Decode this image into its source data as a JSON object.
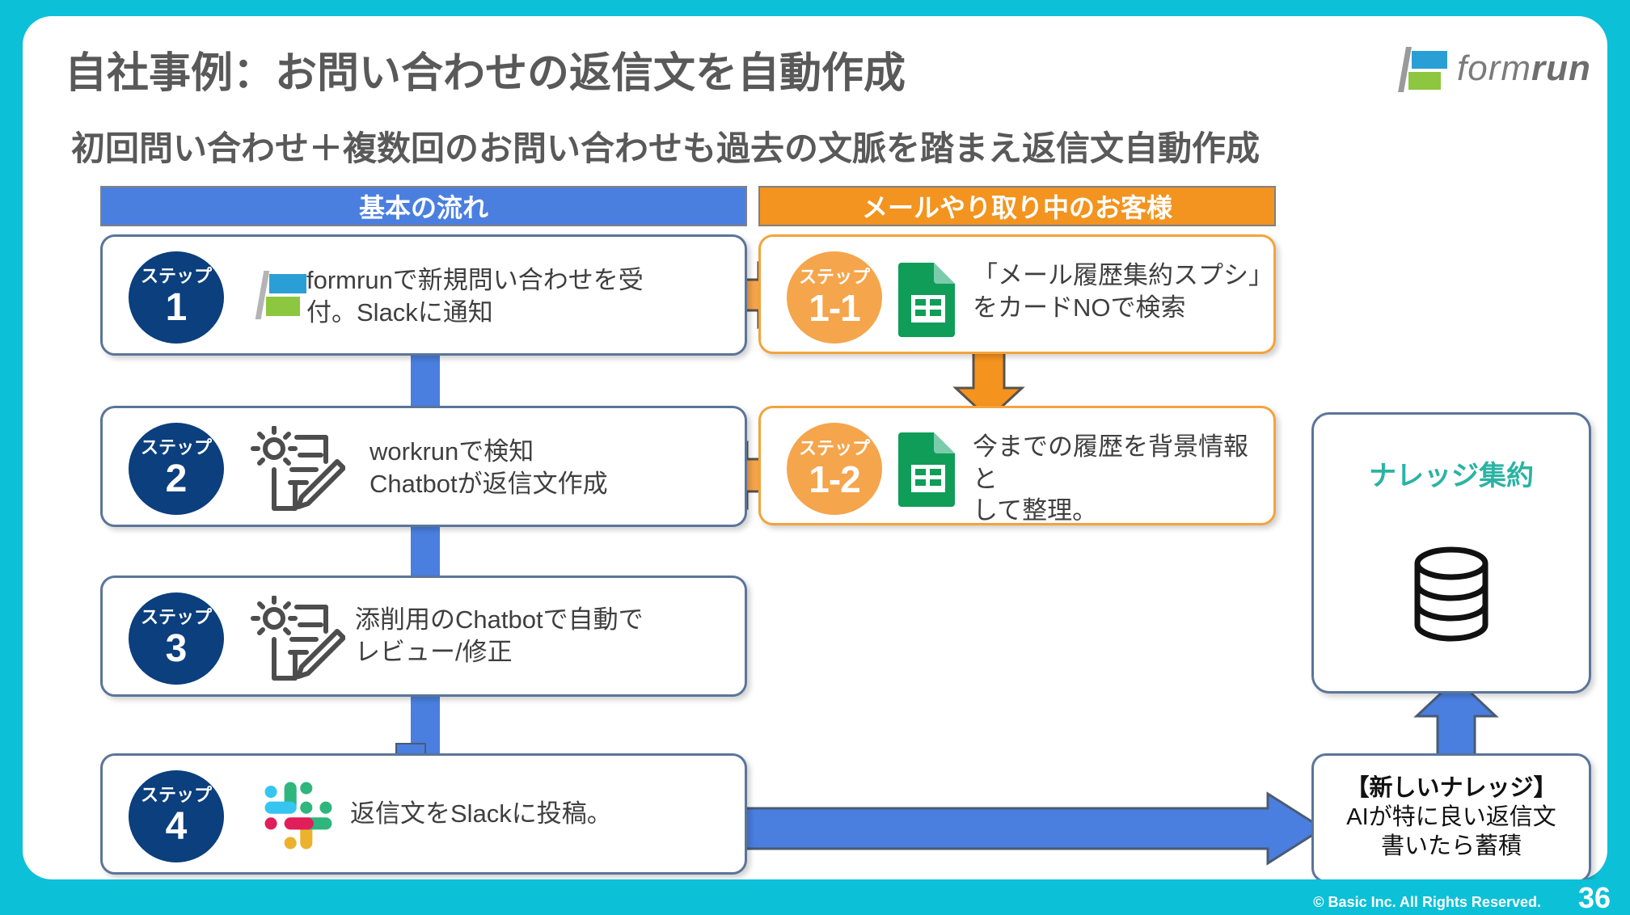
{
  "slide": {
    "title": "自社事例：お問い合わせの返信文を自動作成",
    "subtitle": "初回問い合わせ＋複数回のお問い合わせも過去の文脈を踏まえ返信文自動作成",
    "page_number": "36",
    "copyright": "© Basic Inc. All Rights Reserved.",
    "colors": {
      "background": "#0cc0d8",
      "title_text": "#595959",
      "blue_header": "#4a7fe0",
      "orange_header": "#f2941f",
      "badge_blue": "#0b3f7d",
      "badge_orange": "#f5a54b",
      "knowledge_teal": "#2bb3a3",
      "box_border": "#5b7599",
      "box_border_orange": "#f3a33c"
    }
  },
  "logo": {
    "text_light": "form",
    "text_bold": "run",
    "mark_blue": "#2a9fd6",
    "mark_green": "#8dc63f"
  },
  "columns": {
    "left_header": "基本の流れ",
    "right_header": "メールやり取り中のお客様"
  },
  "left_steps": [
    {
      "badge_label": "ステップ",
      "badge_number": "1",
      "icon": "formrun-logo-icon",
      "line1": "formrunで新規問い合わせを受",
      "line2": "付。Slackに通知"
    },
    {
      "badge_label": "ステップ",
      "badge_number": "2",
      "icon": "gear-document-pencil-icon",
      "line1": "workrunで検知",
      "line2": "Chatbotが返信文作成"
    },
    {
      "badge_label": "ステップ",
      "badge_number": "3",
      "icon": "gear-document-pencil-icon",
      "line1": "添削用のChatbotで自動で",
      "line2": "レビュー/修正"
    },
    {
      "badge_label": "ステップ",
      "badge_number": "4",
      "icon": "slack-icon",
      "line1": "返信文をSlackに投稿。",
      "line2": ""
    }
  ],
  "right_steps": [
    {
      "badge_label": "ステップ",
      "badge_number": "1-1",
      "icon": "google-sheets-icon",
      "line1": "「メール履歴集約スプシ」",
      "line2": "をカードNOで検索"
    },
    {
      "badge_label": "ステップ",
      "badge_number": "1-2",
      "icon": "google-sheets-icon",
      "line1": "今までの履歴を背景情報と",
      "line2": "して整理。"
    }
  ],
  "knowledge": {
    "title": "ナレッジ集約",
    "icon": "database-icon"
  },
  "new_knowledge": {
    "line1": "【新しいナレッジ】",
    "line2": "AIが特に良い返信文",
    "line3": "書いたら蓄積"
  }
}
